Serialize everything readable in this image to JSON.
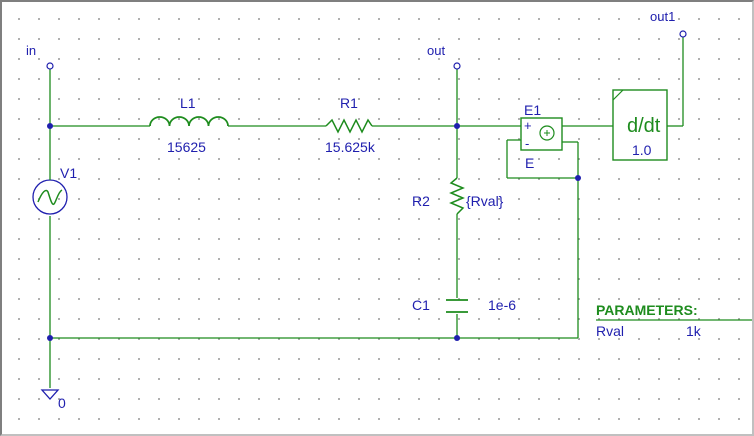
{
  "nets": {
    "in": "in",
    "out": "out",
    "out1": "out1",
    "ground": "0"
  },
  "components": {
    "L1": {
      "name": "L1",
      "value": "15625"
    },
    "R1": {
      "name": "R1",
      "value": "15.625k"
    },
    "R2": {
      "name": "R2",
      "value": "{Rval}"
    },
    "C1": {
      "name": "C1",
      "value": "1e-6"
    },
    "V1": {
      "name": "V1"
    },
    "E1": {
      "name": "E1",
      "bottom_label": "E",
      "plus": "+",
      "minus": "-"
    },
    "ddt": {
      "symbol": "d/dt",
      "gain": "1.0"
    }
  },
  "parameters": {
    "title": "PARAMETERS:",
    "name": "Rval",
    "value": "1k"
  },
  "colors": {
    "wire": "#1e8c1e",
    "label": "#1f1fae",
    "part": "#1e8c1e",
    "node": "#1f1fae"
  }
}
